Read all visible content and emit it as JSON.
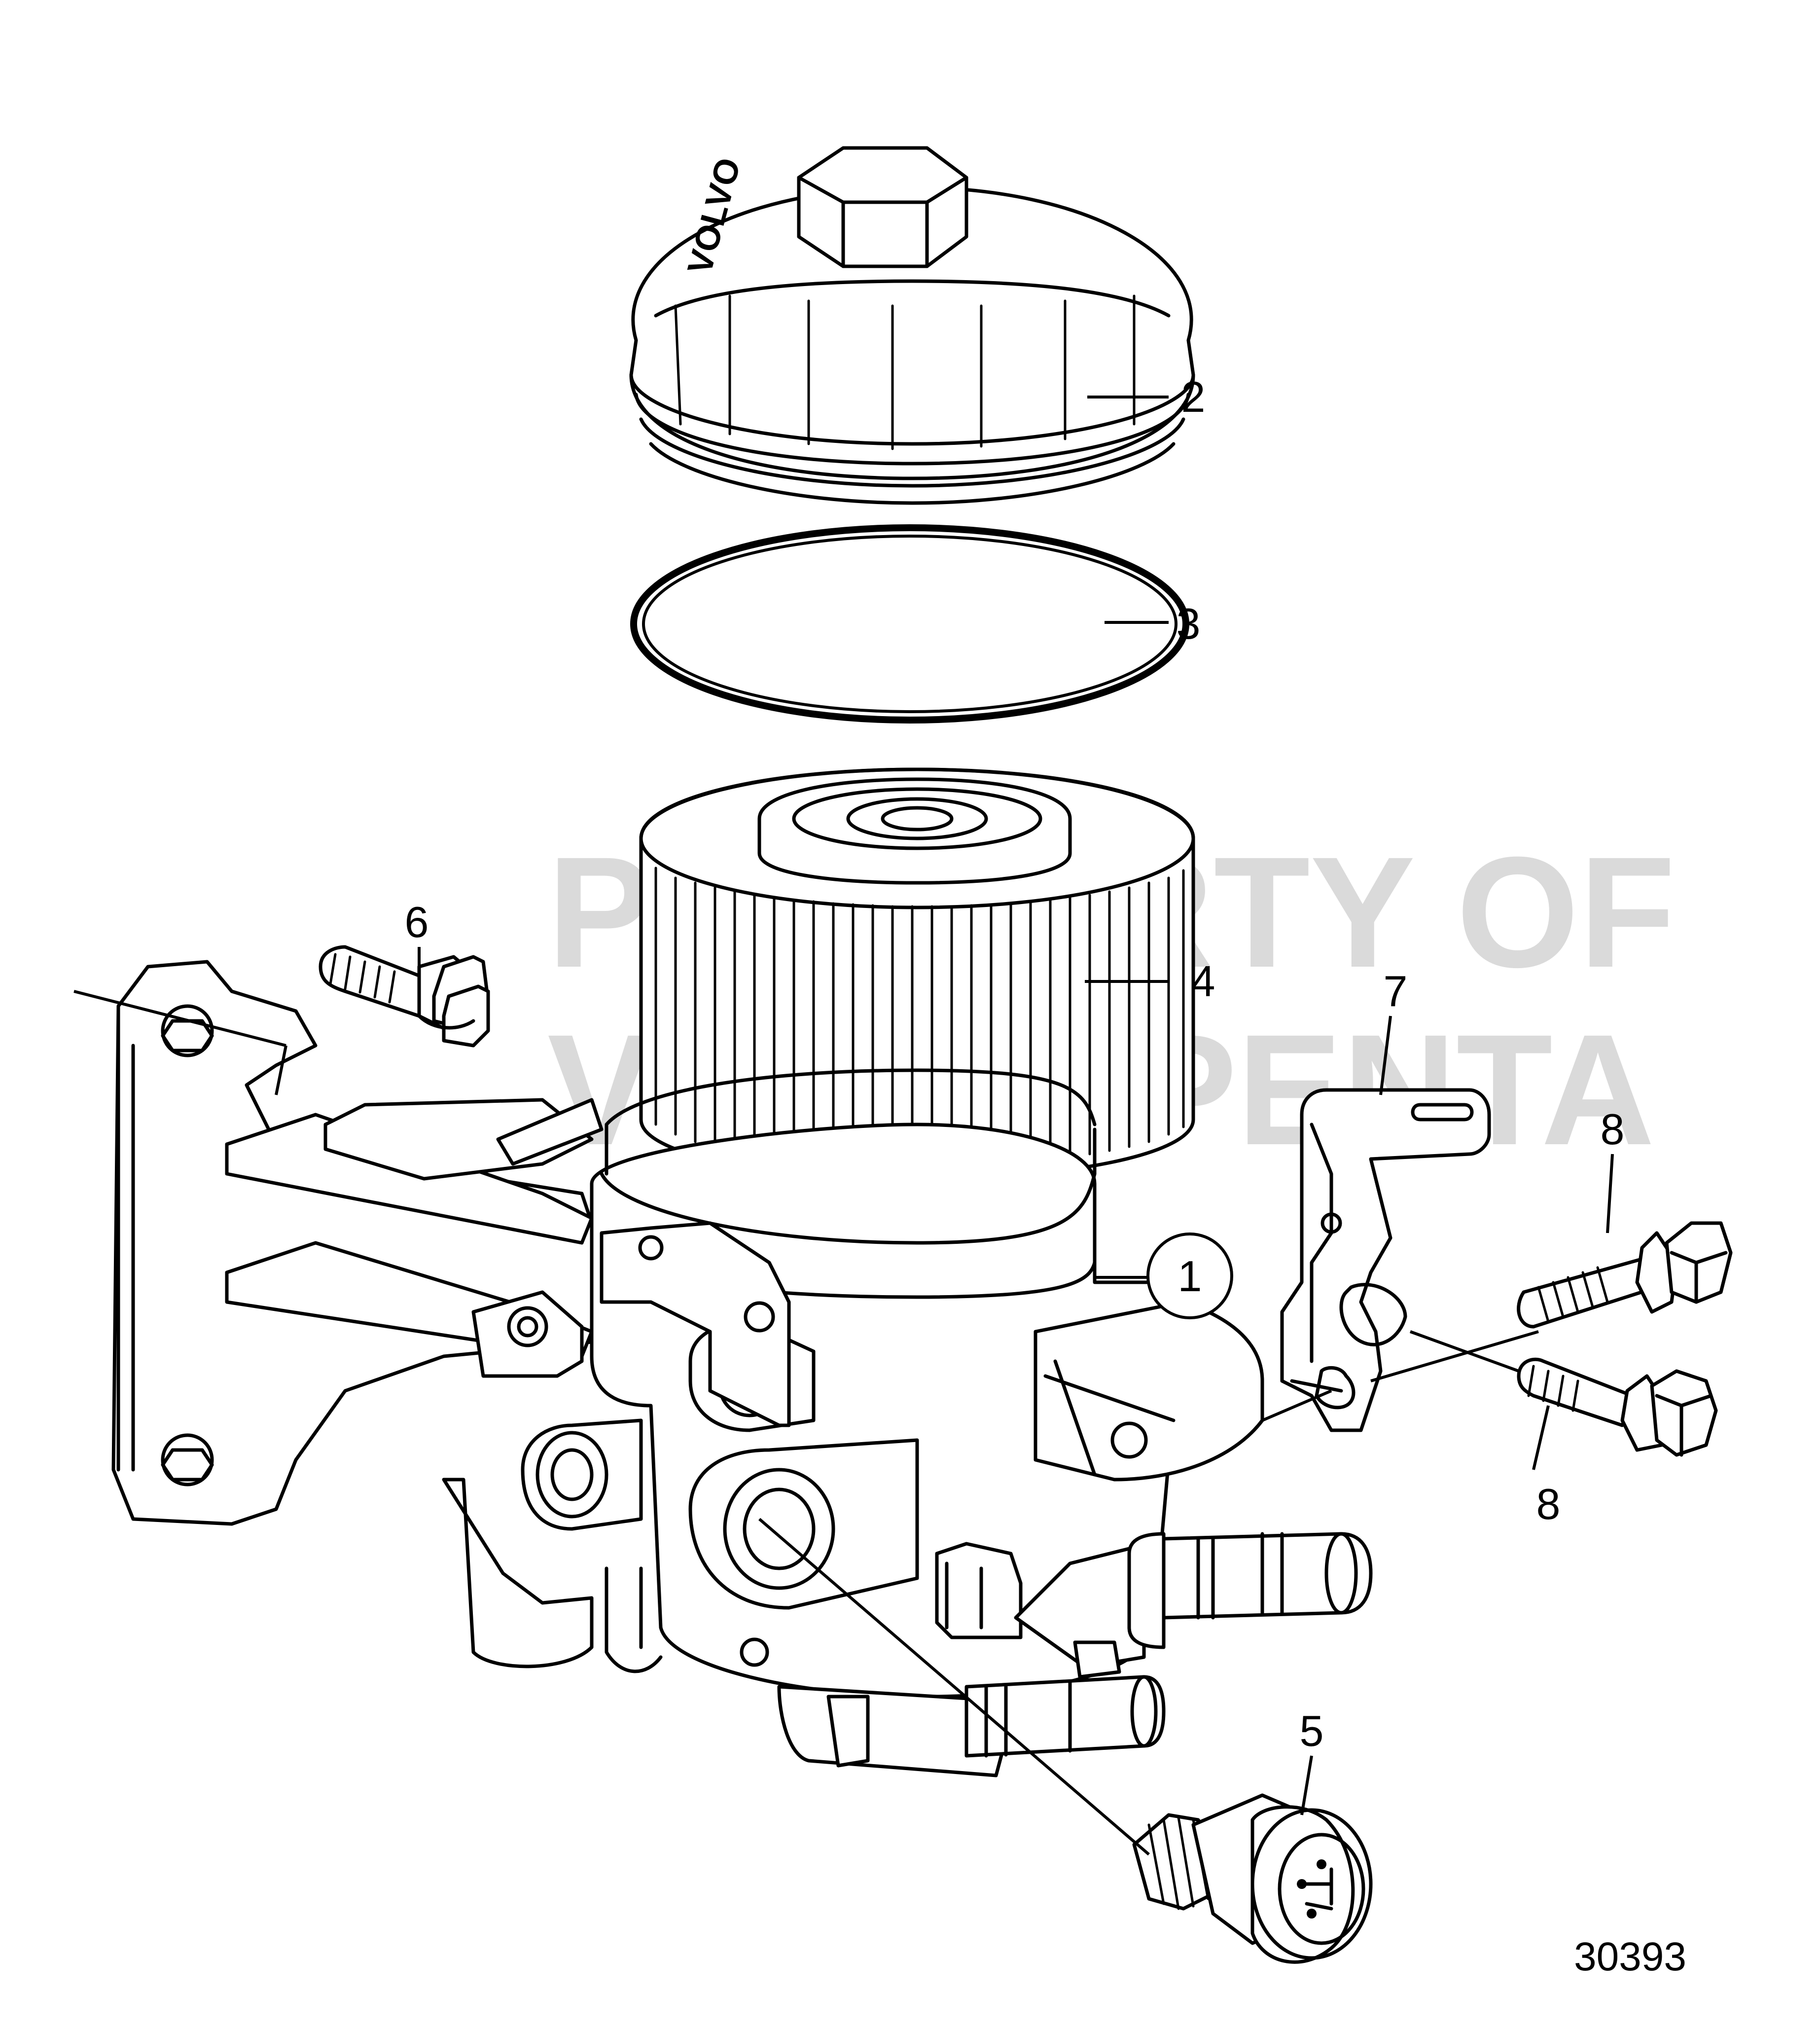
{
  "diagram": {
    "callouts": [
      {
        "id": "1",
        "label": "1",
        "circled": true
      },
      {
        "id": "2",
        "label": "2",
        "circled": false
      },
      {
        "id": "3",
        "label": "3",
        "circled": false
      },
      {
        "id": "4",
        "label": "4",
        "circled": false
      },
      {
        "id": "5",
        "label": "5",
        "circled": false
      },
      {
        "id": "6",
        "label": "6",
        "circled": false
      },
      {
        "id": "7",
        "label": "7",
        "circled": false
      },
      {
        "id": "8a",
        "label": "8",
        "circled": false
      },
      {
        "id": "8b",
        "label": "8",
        "circled": false
      }
    ],
    "figure_number": "30393",
    "watermark": {
      "line1": "PROPERTY OF",
      "line2": "VOLVO PENTA"
    },
    "cap_lettering": "VOLVO"
  }
}
